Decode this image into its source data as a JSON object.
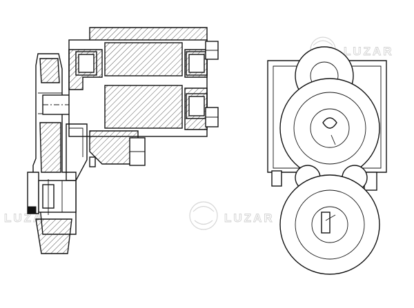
{
  "watermarks": [
    {
      "text": "LUZAR",
      "logo": "luzar-logo-icon"
    },
    {
      "text": "LUZAR",
      "logo": "luzar-logo-icon"
    },
    {
      "text": "LUZAR",
      "logo": "luzar-logo-icon"
    }
  ],
  "views": {
    "side": "sectioned-side-view",
    "front": "front-view"
  }
}
